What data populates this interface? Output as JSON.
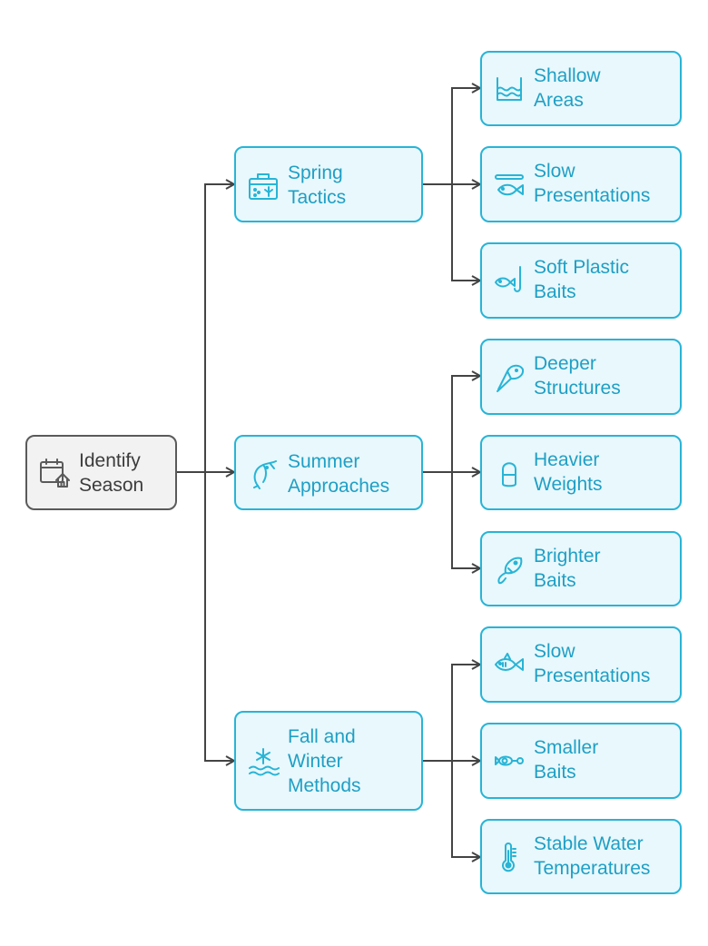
{
  "colors": {
    "accent": "#28b4d6",
    "text_accent": "#1f9fc5",
    "root_border": "#5a5a5a",
    "root_fill": "#f2f2f2",
    "leaf_fill": "#e8f8fc",
    "connector": "#444444"
  },
  "root": {
    "label": "Identify\nSeason",
    "icon": "calendar-home-icon"
  },
  "branches": [
    {
      "label": "Spring\nTactics",
      "icon": "tackle-box-icon"
    },
    {
      "label": "Summer\nApproaches",
      "icon": "leaping-fish-icon"
    },
    {
      "label": "Fall and\nWinter\nMethods",
      "icon": "snowflake-water-icon"
    }
  ],
  "leaves": [
    {
      "label": "Shallow\nAreas",
      "icon": "water-waves-icon"
    },
    {
      "label": "Slow\nPresentations",
      "icon": "fish-rod-icon"
    },
    {
      "label": "Soft Plastic\nBaits",
      "icon": "fish-hook-icon"
    },
    {
      "label": "Deeper\nStructures",
      "icon": "spear-fish-icon"
    },
    {
      "label": "Heavier\nWeights",
      "icon": "sinker-weight-icon"
    },
    {
      "label": "Brighter\nBaits",
      "icon": "lure-icon"
    },
    {
      "label": "Slow\nPresentations",
      "icon": "swimming-fish-icon"
    },
    {
      "label": "Smaller\nBaits",
      "icon": "small-fish-icon"
    },
    {
      "label": "Stable Water\nTemperatures",
      "icon": "thermometer-icon"
    }
  ]
}
